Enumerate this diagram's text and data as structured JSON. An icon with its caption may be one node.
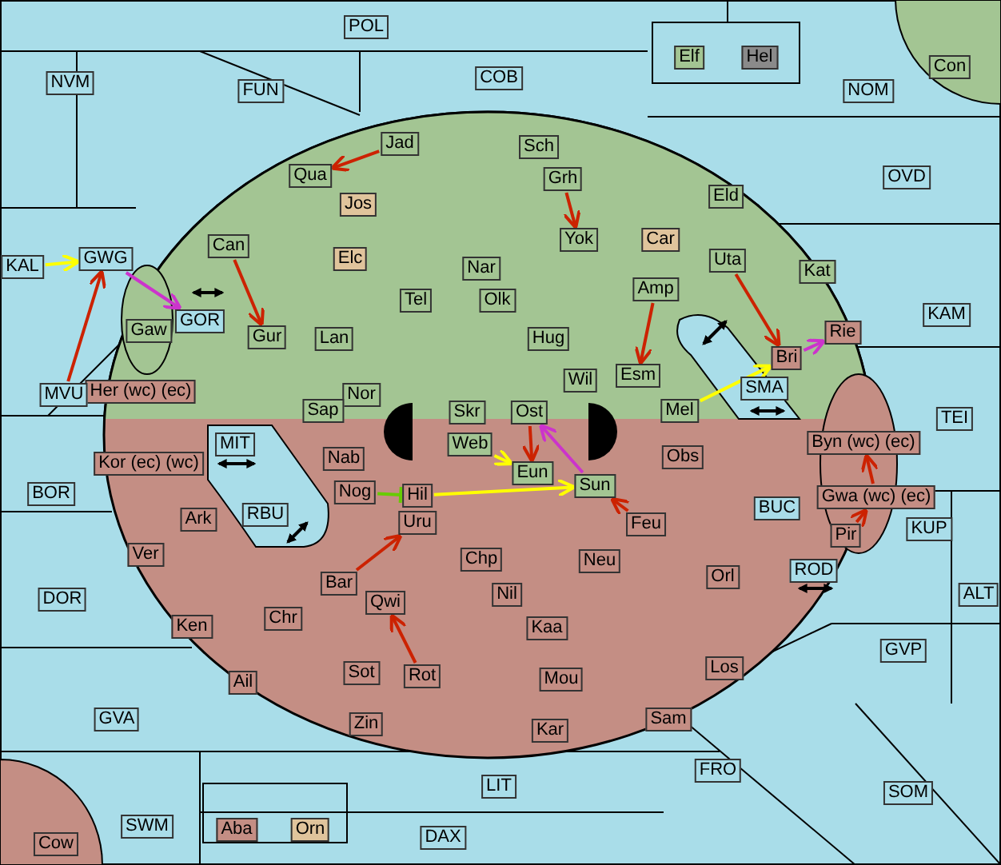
{
  "diagram": {
    "nodes": [
      {
        "text": [
          "POL"
        ]
      },
      {
        "text": [
          "Elf"
        ]
      },
      {
        "text": [
          "Hel"
        ]
      },
      {
        "text": [
          "Con"
        ]
      },
      {
        "text": [
          "NVM"
        ]
      },
      {
        "text": [
          "FUN"
        ]
      },
      {
        "text": [
          "COB"
        ]
      },
      {
        "text": [
          "NOM"
        ]
      },
      {
        "text": [
          "Jad"
        ]
      },
      {
        "text": [
          "Sch"
        ]
      },
      {
        "text": [
          "Qua"
        ]
      },
      {
        "text": [
          "OVD"
        ]
      },
      {
        "text": [
          "Grh"
        ]
      },
      {
        "text": [
          "Eld"
        ]
      },
      {
        "text": [
          "Jos"
        ]
      },
      {
        "text": [
          "Car"
        ]
      },
      {
        "text": [
          "Yok"
        ]
      },
      {
        "text": [
          "Can"
        ]
      },
      {
        "text": [
          "Uta"
        ]
      },
      {
        "text": [
          "Elc"
        ]
      },
      {
        "text": [
          "GWG"
        ]
      },
      {
        "text": [
          "Kat"
        ]
      },
      {
        "text": [
          "KAL"
        ]
      },
      {
        "text": [
          "Nar"
        ]
      },
      {
        "text": [
          "Tel"
        ]
      },
      {
        "text": [
          "Olk"
        ]
      },
      {
        "text": [
          "Amp"
        ]
      },
      {
        "text": [
          "GOR"
        ]
      },
      {
        "text": [
          "KAM"
        ]
      },
      {
        "text": [
          "Gaw"
        ]
      },
      {
        "text": [
          "Gur"
        ]
      },
      {
        "text": [
          "Lan"
        ]
      },
      {
        "text": [
          "Hug"
        ]
      },
      {
        "text": [
          "Rie"
        ]
      },
      {
        "text": [
          "Bri"
        ]
      },
      {
        "text": [
          "Esm"
        ]
      },
      {
        "text": [
          "Wil"
        ]
      },
      {
        "text": [
          "SMA"
        ]
      },
      {
        "text": [
          "Her",
          "(wc)",
          "(ec)"
        ]
      },
      {
        "text": [
          "MVU"
        ]
      },
      {
        "text": [
          "Nor"
        ]
      },
      {
        "text": [
          "Mel"
        ]
      },
      {
        "text": [
          "Sap"
        ]
      },
      {
        "text": [
          "Skr"
        ]
      },
      {
        "text": [
          "Ost"
        ]
      },
      {
        "text": [
          "TEI"
        ]
      },
      {
        "text": [
          "Byn",
          "(wc)",
          "(ec)"
        ]
      },
      {
        "text": [
          "Web"
        ]
      },
      {
        "text": [
          "MIT"
        ]
      },
      {
        "text": [
          "Kor",
          "(ec)",
          "(wc)"
        ]
      },
      {
        "text": [
          "Nab"
        ]
      },
      {
        "text": [
          "Obs"
        ]
      },
      {
        "text": [
          "Eun"
        ]
      },
      {
        "text": [
          "Sun"
        ]
      },
      {
        "text": [
          "Hil"
        ]
      },
      {
        "text": [
          "Nog"
        ]
      },
      {
        "text": [
          "BOR"
        ]
      },
      {
        "text": [
          "BUC"
        ]
      },
      {
        "text": [
          "Gwa",
          "(wc)",
          "(ec)"
        ]
      },
      {
        "text": [
          "Ark"
        ]
      },
      {
        "text": [
          "RBU"
        ]
      },
      {
        "text": [
          "Uru"
        ]
      },
      {
        "text": [
          "Feu"
        ]
      },
      {
        "text": [
          "Pir"
        ]
      },
      {
        "text": [
          "KUP"
        ]
      },
      {
        "text": [
          "Ver"
        ]
      },
      {
        "text": [
          "Chp"
        ]
      },
      {
        "text": [
          "Neu"
        ]
      },
      {
        "text": [
          "ROD"
        ]
      },
      {
        "text": [
          "Bar"
        ]
      },
      {
        "text": [
          "Orl"
        ]
      },
      {
        "text": [
          "Nil"
        ]
      },
      {
        "text": [
          "DOR"
        ]
      },
      {
        "text": [
          "ALT"
        ]
      },
      {
        "text": [
          "Qwi"
        ]
      },
      {
        "text": [
          "Ken"
        ]
      },
      {
        "text": [
          "Kaa"
        ]
      },
      {
        "text": [
          "Chr"
        ]
      },
      {
        "text": [
          "GVP"
        ]
      },
      {
        "text": [
          "Ail"
        ]
      },
      {
        "text": [
          "Sot"
        ]
      },
      {
        "text": [
          "Rot"
        ]
      },
      {
        "text": [
          "Mou"
        ]
      },
      {
        "text": [
          "Los"
        ]
      },
      {
        "text": [
          "Zin"
        ]
      },
      {
        "text": [
          "Kar"
        ]
      },
      {
        "text": [
          "Sam"
        ]
      },
      {
        "text": [
          "GVA"
        ]
      },
      {
        "text": [
          "FRO"
        ]
      },
      {
        "text": [
          "LIT"
        ]
      },
      {
        "text": [
          "SOM"
        ]
      },
      {
        "text": [
          "Aba"
        ]
      },
      {
        "text": [
          "Orn"
        ]
      },
      {
        "text": [
          "SWM"
        ]
      },
      {
        "text": [
          "DAX"
        ]
      },
      {
        "text": [
          "Cow"
        ]
      }
    ],
    "edges": [
      {
        "from": 8,
        "to": 10,
        "arrow": "to"
      },
      {
        "from": 12,
        "to": 16,
        "arrow": "to"
      },
      {
        "from": 17,
        "to": 30,
        "arrow": "to"
      },
      {
        "from": 39,
        "to": 20,
        "arrow": "to"
      },
      {
        "from": 22,
        "to": 20,
        "arrow": "to",
        "color": "#ffff00"
      },
      {
        "from": 20,
        "to": 27,
        "arrow": "to",
        "color": "#cc33cc"
      },
      {
        "from": 26,
        "to": 35,
        "arrow": "to"
      },
      {
        "from": 18,
        "to": 34,
        "arrow": "to"
      },
      {
        "from": 41,
        "to": 34,
        "arrow": "to",
        "color": "#ffff00"
      },
      {
        "from": 34,
        "to": 33,
        "arrow": "to",
        "color": "#cc33cc"
      },
      {
        "from": 63,
        "to": 58,
        "arrow": "to"
      },
      {
        "from": 58,
        "to": 46,
        "arrow": "to"
      },
      {
        "from": 47,
        "to": 52,
        "arrow": "to",
        "color": "#ffff00"
      },
      {
        "from": 44,
        "to": 52,
        "arrow": "to"
      },
      {
        "from": 53,
        "to": 44,
        "arrow": "to",
        "color": "#cc33cc"
      },
      {
        "from": 54,
        "to": 53,
        "arrow": "to",
        "color": "#ffff00"
      },
      {
        "from": 55,
        "to": 54,
        "arrow": "other",
        "color": "#66cc00"
      },
      {
        "from": 69,
        "to": 61,
        "arrow": "to"
      },
      {
        "from": 62,
        "to": 53,
        "arrow": "to"
      },
      {
        "from": 81,
        "to": 74,
        "arrow": "to"
      }
    ]
  }
}
